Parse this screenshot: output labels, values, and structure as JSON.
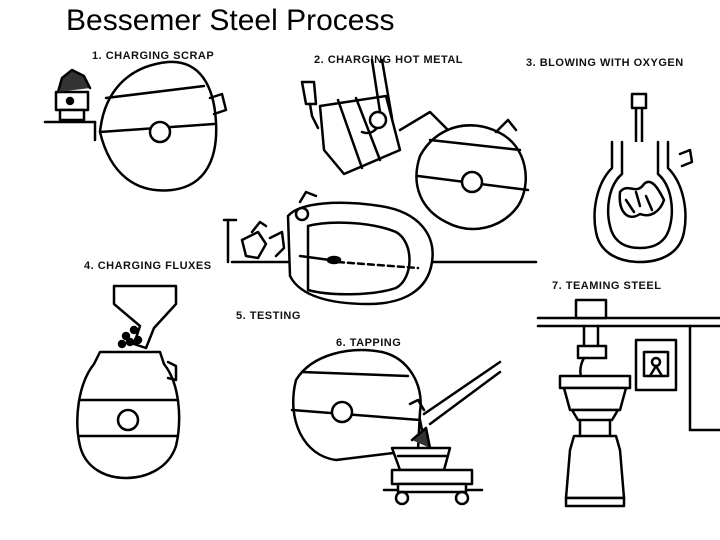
{
  "title": "Bessemer Steel Process",
  "steps": [
    {
      "label": "1. CHARGING SCRAP"
    },
    {
      "label": "2. CHARGING HOT METAL"
    },
    {
      "label": "3. BLOWING WITH OXYGEN"
    },
    {
      "label": "4. CHARGING FLUXES"
    },
    {
      "label": "5. TESTING"
    },
    {
      "label": "6. TAPPING"
    },
    {
      "label": "7. TEAMING STEEL"
    }
  ]
}
